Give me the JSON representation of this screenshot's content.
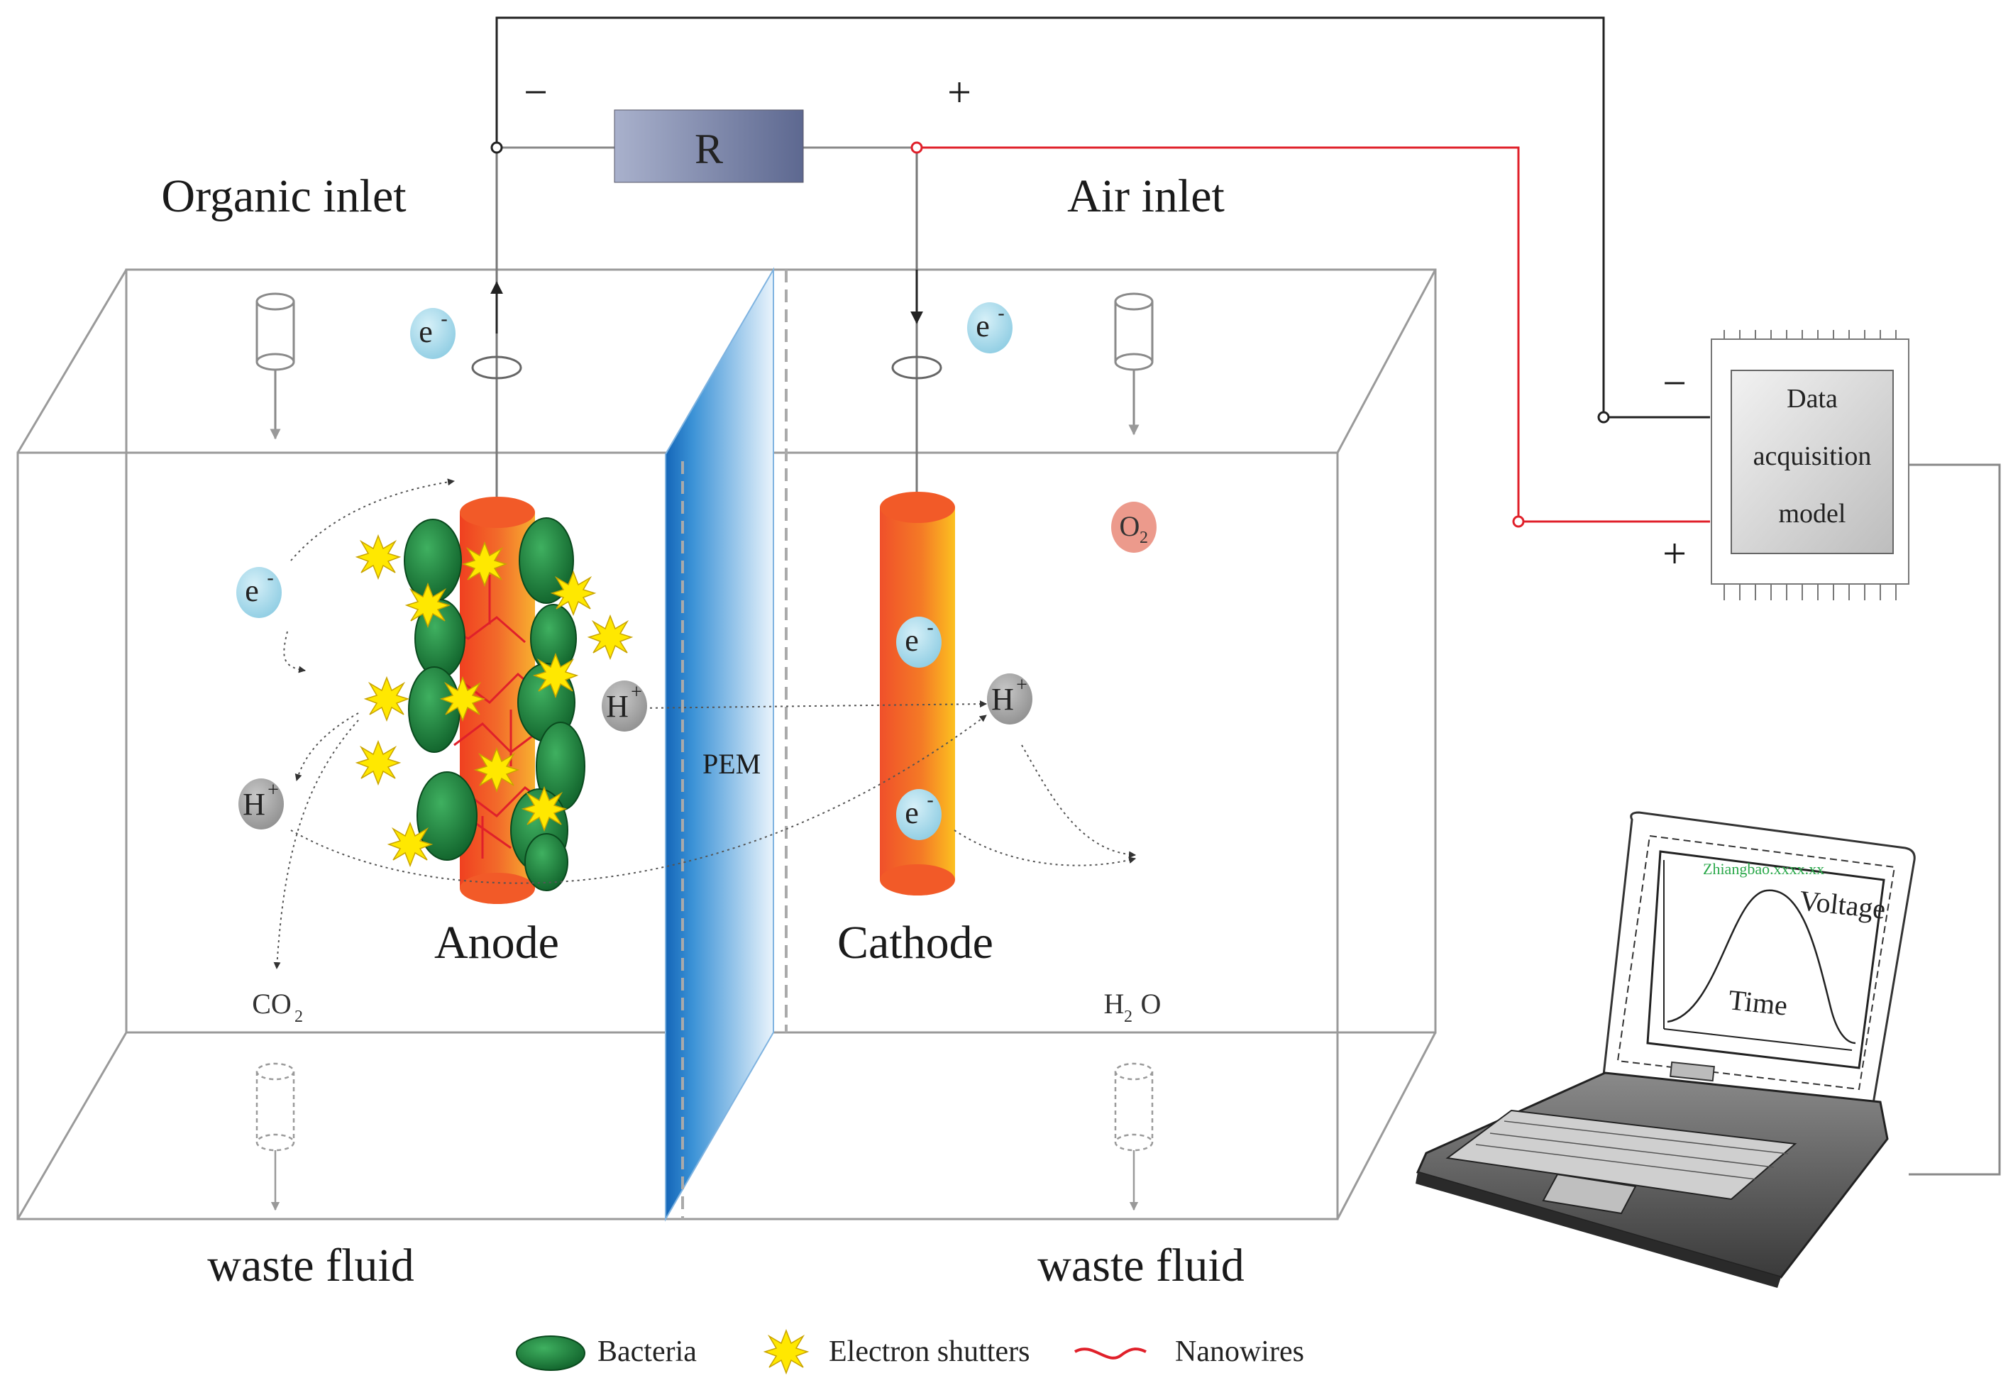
{
  "circuit": {
    "minus_label": "−",
    "plus_label": "+",
    "resistor_label": "R"
  },
  "inlets": {
    "organic": "Organic inlet",
    "air": "Air inlet"
  },
  "outlets": {
    "left": "waste fluid",
    "right": "waste fluid"
  },
  "electrodes": {
    "anode": "Anode",
    "cathode": "Cathode",
    "membrane": "PEM"
  },
  "species": {
    "electron": "e",
    "electron_sup": "-",
    "proton": "H",
    "proton_sup": "+",
    "oxygen": "O",
    "oxygen_sub": "2",
    "co2": "CO",
    "co2_sub": "2",
    "water_h": "H",
    "water_sub": "2",
    "water_o": "O"
  },
  "daq": {
    "line1": "Data",
    "line2": "acquisition",
    "line3": "model",
    "minus": "−",
    "plus": "+"
  },
  "laptop": {
    "screen_header": "Zhiangbao.xxxx.xx",
    "curve_label": "Voltage",
    "axis_label": "Time"
  },
  "legend": {
    "bacteria": "Bacteria",
    "shutters": "Electron shutters",
    "nanowires": "Nanowires"
  },
  "colors": {
    "anode_orange": "#f26a2a",
    "cathode_orange": "#f47a26",
    "bacteria_green": "#17803a",
    "shutter_yellow": "#ffe800",
    "electron_blue": "#a9dcec",
    "proton_gray": "#a8a8a8",
    "oxygen_pink": "#ec9a8c",
    "wire_red": "#e0202a",
    "pem_blue": "#1d7fd0"
  }
}
